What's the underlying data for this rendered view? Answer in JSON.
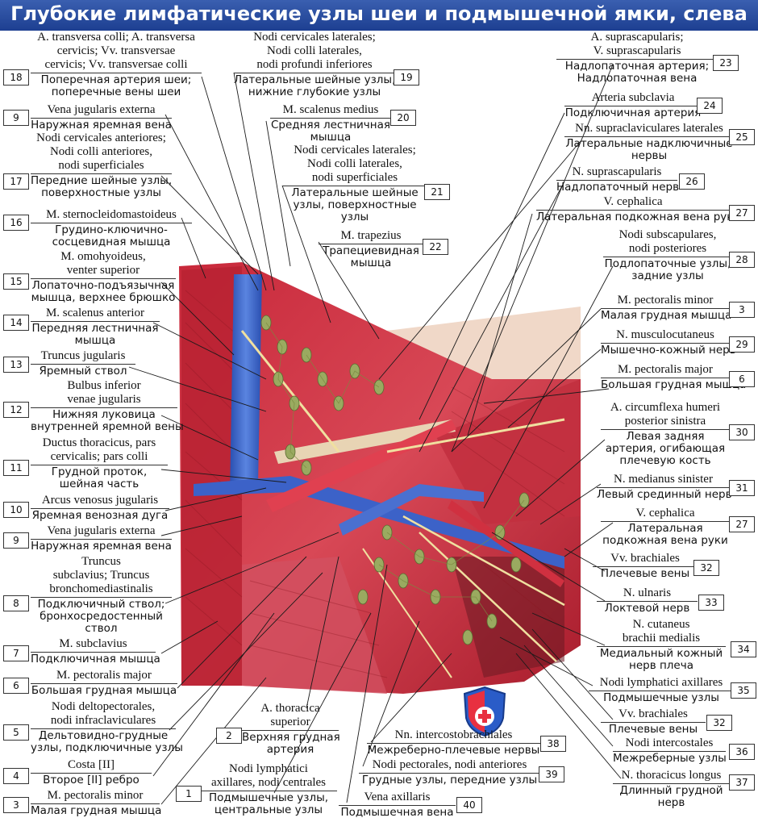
{
  "title": "Глубокие лимфатические узлы шеи и подмышечной ямки, слева",
  "labels": [
    {
      "n": "18",
      "la": [
        "A. transversa colli; A. transversa",
        "cervicis; Vv. transversae",
        "cervicis; Vv. transversae colli"
      ],
      "ru": [
        "Поперечная артерия шеи;",
        "поперечные вены шеи"
      ]
    },
    {
      "n": "9",
      "la": [
        "Vena jugularis externa"
      ],
      "ru": [
        "Наружная яремная вена"
      ]
    },
    {
      "n": "17",
      "la": [
        "Nodi cervicales anteriores;",
        "Nodi colli anteriores,",
        "nodi superficiales"
      ],
      "ru": [
        "Передние шейные узлы,",
        "поверхностные узлы"
      ]
    },
    {
      "n": "16",
      "la": [
        "M. sternocleidomastoideus"
      ],
      "ru": [
        "Грудино-ключично-",
        "сосцевидная мышца"
      ]
    },
    {
      "n": "15",
      "la": [
        "M. omohyoideus,",
        "venter superior"
      ],
      "ru": [
        "Лопаточно-подъязычная",
        "мышца, верхнее брюшко"
      ]
    },
    {
      "n": "14",
      "la": [
        "M. scalenus anterior"
      ],
      "ru": [
        "Передняя лестничная",
        "мышца"
      ]
    },
    {
      "n": "13",
      "la": [
        "Truncus jugularis"
      ],
      "ru": [
        "Яремный ствол"
      ]
    },
    {
      "n": "12",
      "la": [
        "Bulbus inferior",
        "venae jugularis"
      ],
      "ru": [
        "Нижняя луковица",
        "внутренней яремной вены"
      ]
    },
    {
      "n": "11",
      "la": [
        "Ductus thoracicus, pars",
        "cervicalis; pars colli"
      ],
      "ru": [
        "Грудной проток,",
        "шейная часть"
      ]
    },
    {
      "n": "10",
      "la": [
        "Arcus venosus jugularis"
      ],
      "ru": [
        "Яремная венозная дуга"
      ]
    },
    {
      "n": "9",
      "la": [
        "Vena jugularis externa"
      ],
      "ru": [
        "Наружная яремная вена"
      ]
    },
    {
      "n": "8",
      "la": [
        "Truncus",
        "subclavius; Truncus",
        "bronchomediastinalis"
      ],
      "ru": [
        "Подключичный ствол;",
        "бронхосредостенный",
        "ствол"
      ]
    },
    {
      "n": "7",
      "la": [
        "M. subclavius"
      ],
      "ru": [
        "Подключичная мышца"
      ]
    },
    {
      "n": "6",
      "la": [
        "M. pectoralis major"
      ],
      "ru": [
        "Большая грудная мышца"
      ]
    },
    {
      "n": "5",
      "la": [
        "Nodi deltopectorales,",
        "nodi infraclaviculares"
      ],
      "ru": [
        "Дельтовидно-грудные",
        "узлы, подключичные узлы"
      ]
    },
    {
      "n": "4",
      "la": [
        "Costa [II]"
      ],
      "ru": [
        "Второе [II] ребро"
      ]
    },
    {
      "n": "3",
      "la": [
        "M. pectoralis minor"
      ],
      "ru": [
        "Малая грудная мышца"
      ]
    },
    {
      "n": "19",
      "la": [
        "Nodi cervicales laterales;",
        "Nodi colli laterales,",
        "nodi profundi inferiores"
      ],
      "ru": [
        "Латеральные шейные узлы,",
        "нижние глубокие узлы"
      ]
    },
    {
      "n": "20",
      "la": [
        "M. scalenus medius"
      ],
      "ru": [
        "Средняя лестничная",
        "мышца"
      ]
    },
    {
      "n": "21",
      "la": [
        "Nodi cervicales laterales;",
        "Nodi colli laterales,",
        "nodi superficiales"
      ],
      "ru": [
        "Латеральные шейные",
        "узлы, поверхностные",
        "узлы"
      ]
    },
    {
      "n": "22",
      "la": [
        "M. trapezius"
      ],
      "ru": [
        "Трапециевидная",
        "мышца"
      ]
    },
    {
      "n": "2",
      "la": [
        "A. thoracica",
        "superior"
      ],
      "ru": [
        "Верхняя грудная",
        "артерия"
      ]
    },
    {
      "n": "1",
      "la": [
        "Nodi lymphatici",
        "axillares, nodi centrales"
      ],
      "ru": [
        "Подмышечные узлы,",
        "центральные узлы"
      ]
    },
    {
      "n": "23",
      "la": [
        "A. suprascapularis;",
        "V. suprascapularis"
      ],
      "ru": [
        "Надлопаточная артерия;",
        "Надлопаточная вена"
      ]
    },
    {
      "n": "24",
      "la": [
        "Arteria subclavia"
      ],
      "ru": [
        "Подключичная артерия"
      ]
    },
    {
      "n": "25",
      "la": [
        "Nn. supraclaviculares laterales"
      ],
      "ru": [
        "Латеральные надключичные",
        "нервы"
      ]
    },
    {
      "n": "26",
      "la": [
        "N. suprascapularis"
      ],
      "ru": [
        "Надлопаточный нерв"
      ]
    },
    {
      "n": "27",
      "la": [
        "V. cephalica"
      ],
      "ru": [
        "Латеральная подкожная вена руки"
      ]
    },
    {
      "n": "28",
      "la": [
        "Nodi subscapulares,",
        "nodi posteriores"
      ],
      "ru": [
        "Подлопаточные узлы,",
        "задние узлы"
      ]
    },
    {
      "n": "3",
      "la": [
        "M. pectoralis minor"
      ],
      "ru": [
        "Малая грудная мышца"
      ]
    },
    {
      "n": "29",
      "la": [
        "N. musculocutaneus"
      ],
      "ru": [
        "Мышечно-кожный нерв"
      ]
    },
    {
      "n": "6",
      "la": [
        "M. pectoralis major"
      ],
      "ru": [
        "Большая грудная мышца"
      ]
    },
    {
      "n": "30",
      "la": [
        "A. circumflexa humeri",
        "posterior sinistra"
      ],
      "ru": [
        "Левая задняя",
        "артерия, огибающая",
        "плечевую кость"
      ]
    },
    {
      "n": "31",
      "la": [
        "N. medianus sinister"
      ],
      "ru": [
        "Левый срединный нерв"
      ]
    },
    {
      "n": "27",
      "la": [
        "V. cephalica"
      ],
      "ru": [
        "Латеральная",
        "подкожная вена руки"
      ]
    },
    {
      "n": "32",
      "la": [
        "Vv. brachiales"
      ],
      "ru": [
        "Плечевые вены"
      ]
    },
    {
      "n": "33",
      "la": [
        "N. ulnaris"
      ],
      "ru": [
        "Локтевой нерв"
      ]
    },
    {
      "n": "34",
      "la": [
        "N. cutaneus",
        "brachii medialis"
      ],
      "ru": [
        "Медиальный кожный",
        "нерв плеча"
      ]
    },
    {
      "n": "35",
      "la": [
        "Nodi lymphatici axillares"
      ],
      "ru": [
        "Подмышечные узлы"
      ]
    },
    {
      "n": "32",
      "la": [
        "Vv. brachiales"
      ],
      "ru": [
        "Плечевые вены"
      ]
    },
    {
      "n": "36",
      "la": [
        "Nodi intercostales"
      ],
      "ru": [
        "Межреберные узлы"
      ]
    },
    {
      "n": "37",
      "la": [
        "N. thoracicus longus"
      ],
      "ru": [
        "Длинный грудной",
        "нерв"
      ]
    },
    {
      "n": "38",
      "la": [
        "Nn. intercostobrachiales"
      ],
      "ru": [
        "Межреберно-плечевые нервы"
      ]
    },
    {
      "n": "39",
      "la": [
        "Nodi pectorales, nodi anteriores"
      ],
      "ru": [
        "Грудные узлы, передние узлы"
      ]
    },
    {
      "n": "40",
      "la": [
        "Vena axillaris"
      ],
      "ru": [
        "Подмышечная вена"
      ]
    }
  ]
}
